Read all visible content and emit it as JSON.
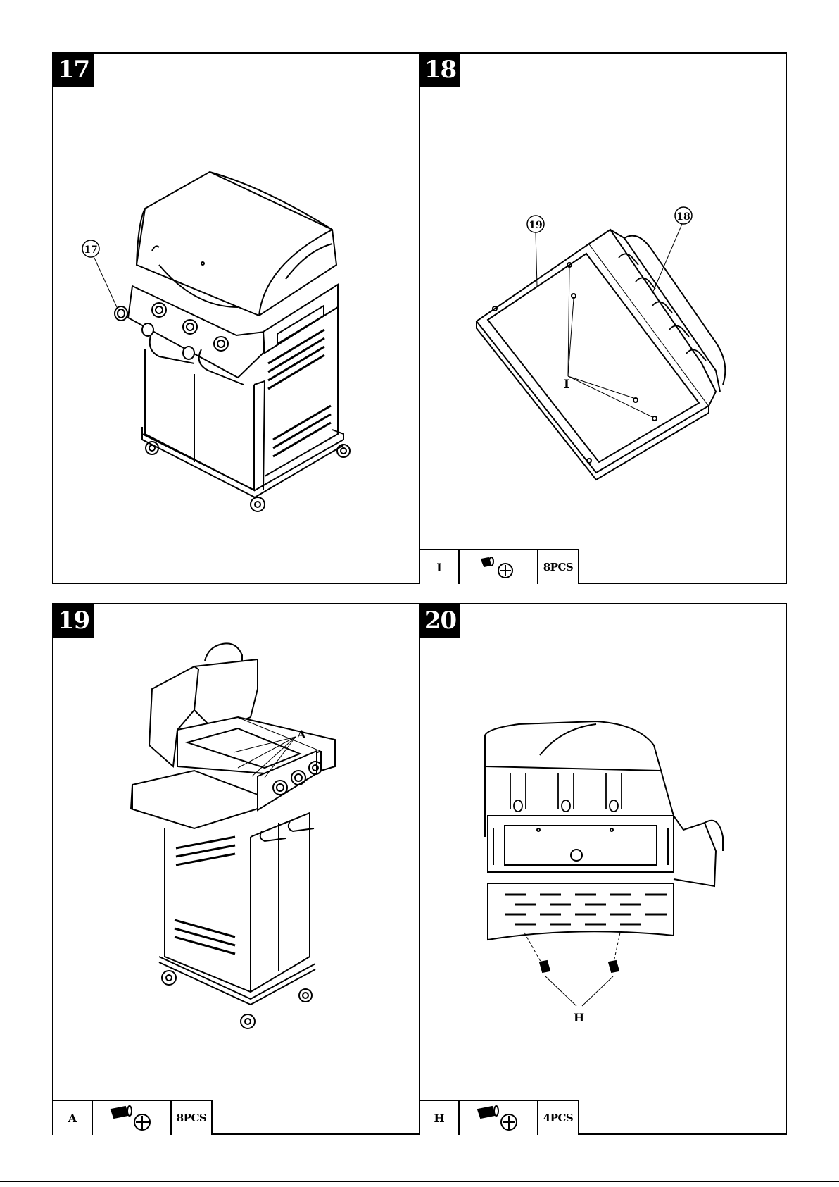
{
  "panels": [
    {
      "step": "17",
      "callouts": [
        "17"
      ],
      "hardware": null
    },
    {
      "step": "18",
      "callouts": [
        "19",
        "18",
        "I"
      ],
      "hardware": {
        "letter": "I",
        "icon": "screw-icon",
        "qty": "8PCS"
      }
    },
    {
      "step": "19",
      "callouts": [
        "A"
      ],
      "hardware": {
        "letter": "A",
        "icon": "screw-icon",
        "qty": "8PCS"
      }
    },
    {
      "step": "20",
      "callouts": [
        "H"
      ],
      "hardware": {
        "letter": "H",
        "icon": "screw-icon",
        "qty": "4PCS"
      }
    }
  ]
}
